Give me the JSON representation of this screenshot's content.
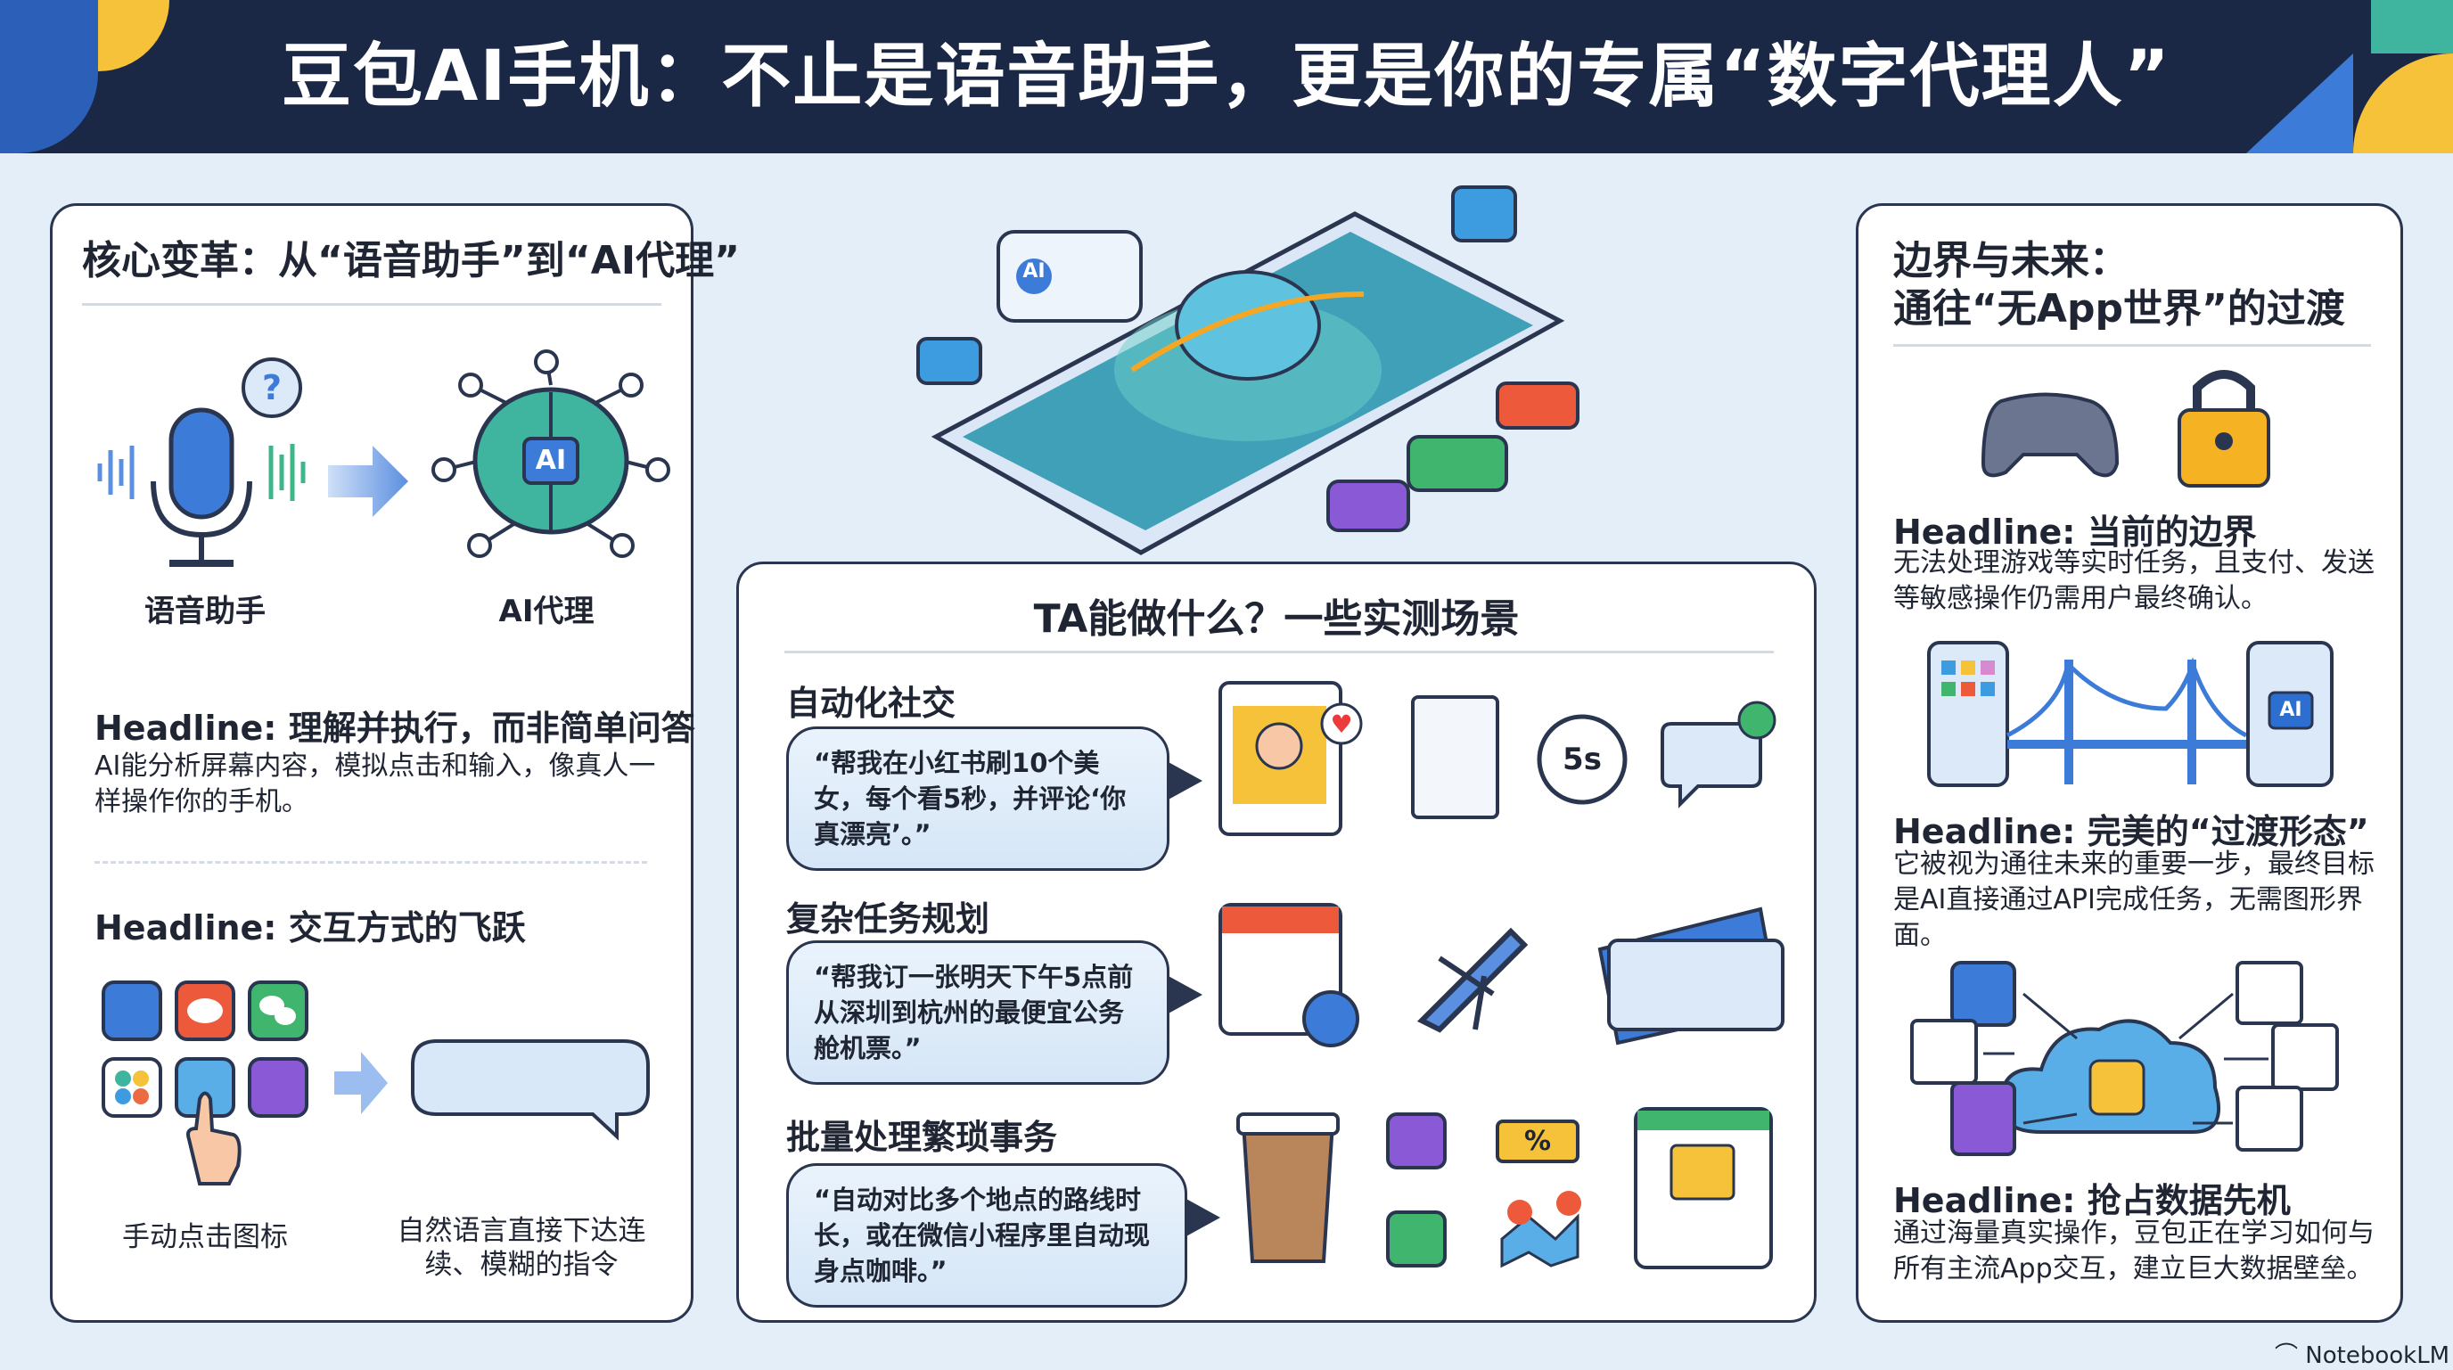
{
  "header": {
    "title": "豆包AI手机：不止是语音助手，更是你的专属“数字代理人”"
  },
  "left_panel": {
    "title": "核心变革：从“语音助手”到“AI代理”",
    "voice_label": "语音助手",
    "agent_label": "AI代理",
    "ai_badge": "AI",
    "headline1": "Headline: 理解并执行，而非简单问答",
    "body1": "AI能分析屏幕内容，模拟点击和输入，像真人一样操作你的手机。",
    "headline2": "Headline: 交互方式的飞跃",
    "tap_label": "手动点击图标",
    "nl_label": "自然语言直接下达连续、模糊的指令"
  },
  "middle_panel": {
    "phone_badge": "AI",
    "title": "TA能做什么？一些实测场景",
    "scenarios": [
      {
        "heading": "自动化社交",
        "quote": "“帮我在小红书刷10个美女，每个看5秒，并评论‘你真漂亮’。”",
        "timer": "5s"
      },
      {
        "heading": "复杂任务规划",
        "quote": "“帮我订一张明天下午5点前从深圳到杭州的最便宜公务舱机票。”"
      },
      {
        "heading": "批量处理繁琐事务",
        "quote": "“自动对比多个地点的路线时长，或在微信小程序里自动现身点咖啡。”",
        "percent": "%"
      }
    ]
  },
  "right_panel": {
    "title_line1": "边界与未来：",
    "title_line2": "通往“无App世界”的过渡",
    "headline1": "Headline: 当前的边界",
    "body1": "无法处理游戏等实时任务，且支付、发送等敏感操作仍需用户最终确认。",
    "ai_badge": "AI",
    "headline2": "Headline: 完美的“过渡形态”",
    "body2": "它被视为通往未来的重要一步，最终目标是AI直接通过API完成任务，无需图形界面。",
    "headline3": "Headline: 抢占数据先机",
    "body3": "通过海量真实操作，豆包正在学习如何与所有主流App交互，建立巨大数据壁垒。"
  },
  "footer": {
    "brand": "NotebookLM"
  },
  "colors": {
    "header": "#1a2846",
    "background": "#e4eef9",
    "accent_blue": "#3d7bd9",
    "border": "#2a3550"
  }
}
